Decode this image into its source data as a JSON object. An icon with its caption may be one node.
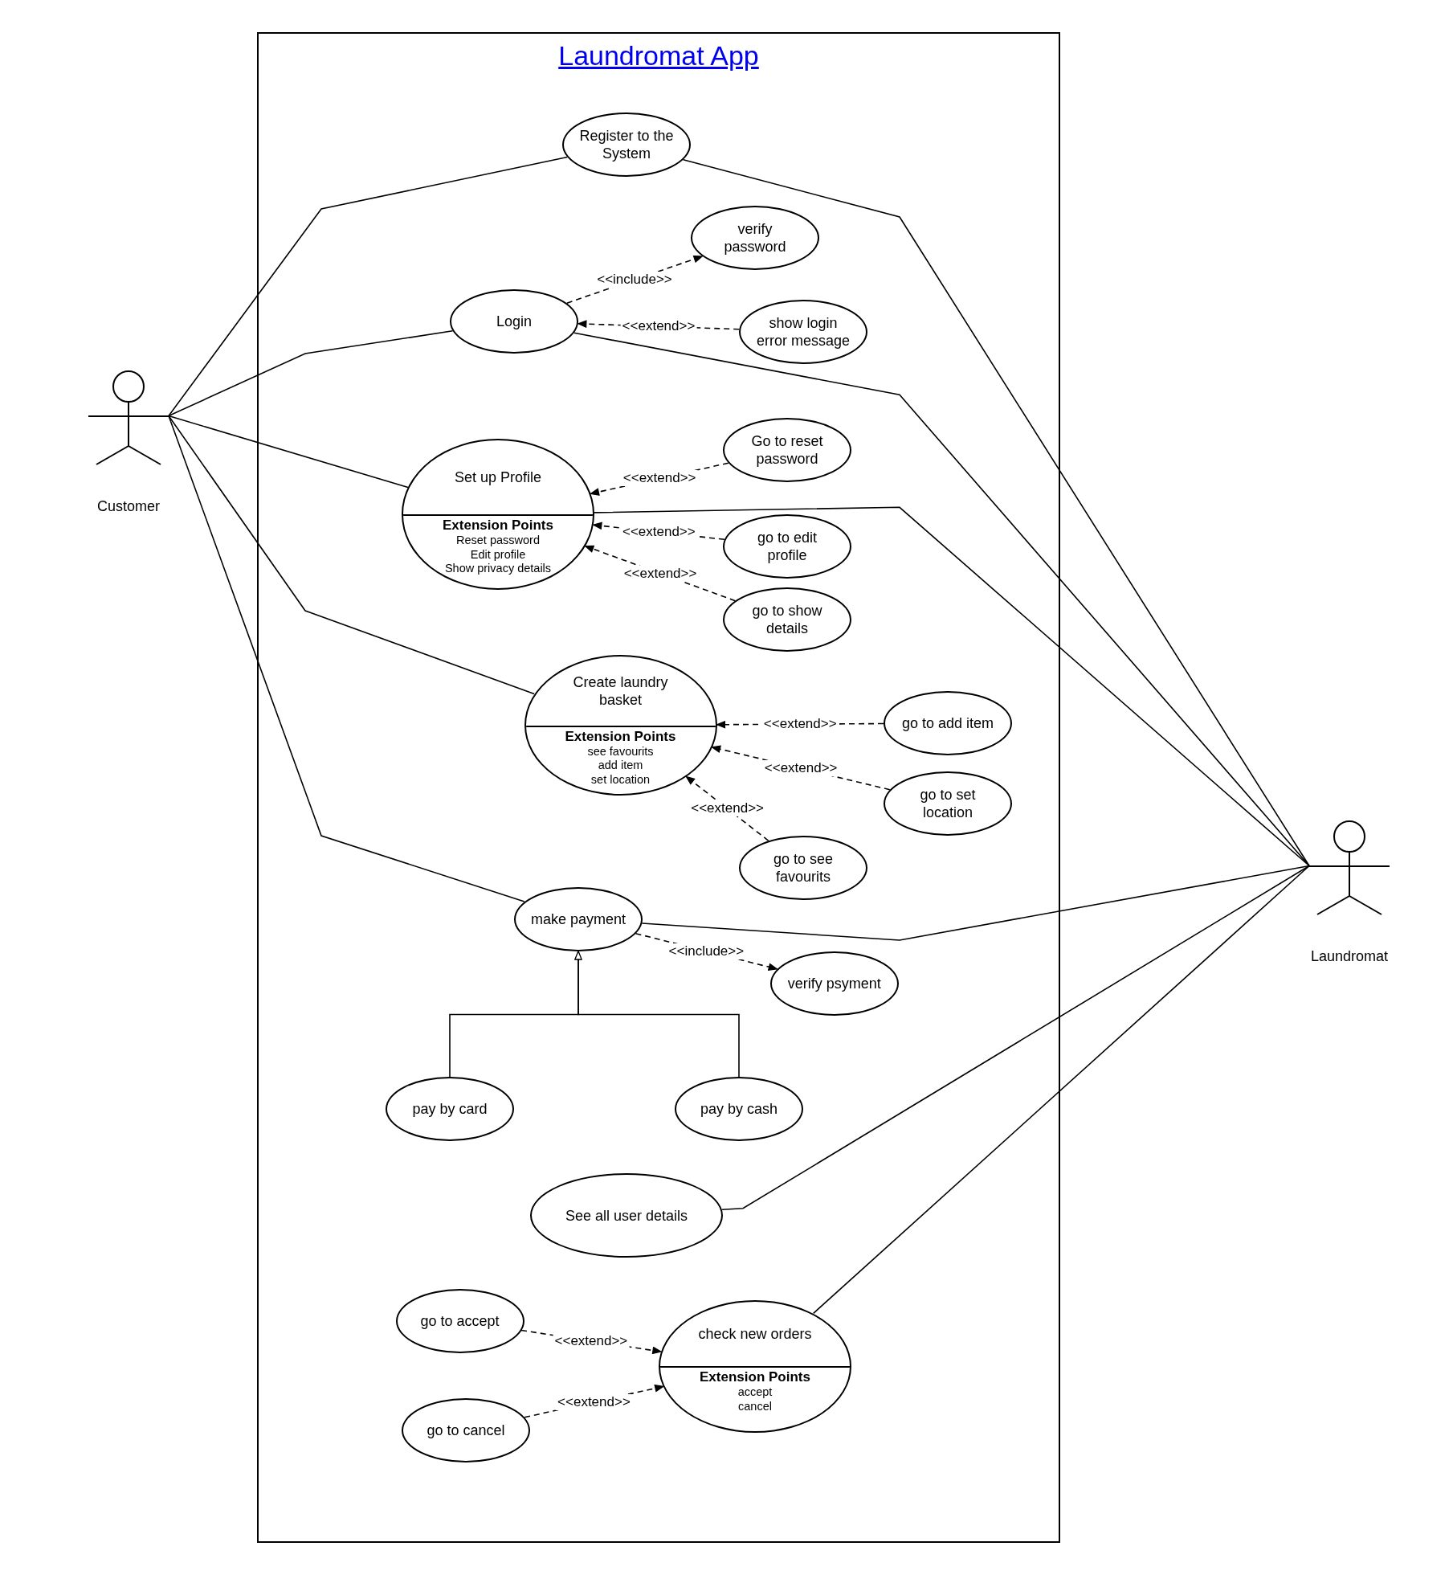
{
  "diagram": {
    "nodes": [
      {
        "text": [
          "Laundromat App"
        ]
      },
      {
        "text": [
          "Customer"
        ]
      },
      {
        "text": [
          "Laundromat"
        ]
      },
      {
        "text": [
          "Register to the System"
        ],
        "in": 0
      },
      {
        "text": [
          "verify password"
        ],
        "in": 0
      },
      {
        "text": [
          "Login"
        ],
        "in": 0
      },
      {
        "text": [
          "show login error message"
        ],
        "in": 0
      },
      {
        "text": [
          "Go to reset password"
        ],
        "in": 0
      },
      {
        "text": [
          "Set up Profile",
          "Extension Points",
          "Reset password",
          "Edit profile",
          "Show privacy details"
        ],
        "in": 0
      },
      {
        "text": [
          "go to edit profile"
        ],
        "in": 0
      },
      {
        "text": [
          "go to show details"
        ],
        "in": 0
      },
      {
        "text": [
          "Create laundry basket",
          "Extension Points",
          "see favourits",
          "add item",
          "set location"
        ],
        "in": 0
      },
      {
        "text": [
          "go to add item"
        ],
        "in": 0
      },
      {
        "text": [
          "go to set location"
        ],
        "in": 0
      },
      {
        "text": [
          "go to see favourits"
        ],
        "in": 0
      },
      {
        "text": [
          "make payment"
        ],
        "in": 0
      },
      {
        "text": [
          "verify psyment"
        ],
        "in": 0
      },
      {
        "text": [
          "pay by card"
        ],
        "in": 0
      },
      {
        "text": [
          "pay by cash"
        ],
        "in": 0
      },
      {
        "text": [
          "See all user details"
        ],
        "in": 0
      },
      {
        "text": [
          "go to accept"
        ],
        "in": 0
      },
      {
        "text": [
          "check new orders",
          "Extension Points",
          "accept",
          "cancel"
        ],
        "in": 0
      },
      {
        "text": [
          "go to cancel"
        ],
        "in": 0
      }
    ],
    "edges": [
      {
        "from": 3,
        "to": 1,
        "arrow": "none"
      },
      {
        "from": 5,
        "to": 1,
        "arrow": "none"
      },
      {
        "from": 8,
        "to": 1,
        "arrow": "none"
      },
      {
        "from": 11,
        "to": 1,
        "arrow": "none"
      },
      {
        "from": 15,
        "to": 1,
        "arrow": "none"
      },
      {
        "from": 2,
        "to": 3,
        "arrow": "none"
      },
      {
        "from": 2,
        "to": 5,
        "arrow": "none"
      },
      {
        "from": 2,
        "to": 8,
        "arrow": "none"
      },
      {
        "from": 2,
        "to": 15,
        "arrow": "none"
      },
      {
        "from": 2,
        "to": 19,
        "arrow": "none"
      },
      {
        "from": 2,
        "to": 21,
        "arrow": "none"
      },
      {
        "from": 5,
        "to": 4,
        "arrow": "to",
        "label": "<<include>>",
        "style": "dashed"
      },
      {
        "from": 6,
        "to": 5,
        "arrow": "to",
        "label": "<<extend>>",
        "style": "dashed"
      },
      {
        "from": 7,
        "to": 8,
        "arrow": "to",
        "label": "<<extend>>",
        "style": "dashed"
      },
      {
        "from": 9,
        "to": 8,
        "arrow": "to",
        "label": "<<extend>>",
        "style": "dashed"
      },
      {
        "from": 10,
        "to": 8,
        "arrow": "to",
        "label": "<<extend>>",
        "style": "dashed"
      },
      {
        "from": 12,
        "to": 11,
        "arrow": "to",
        "label": "<<extend>>",
        "style": "dashed"
      },
      {
        "from": 13,
        "to": 11,
        "arrow": "to",
        "label": "<<extend>>",
        "style": "dashed"
      },
      {
        "from": 14,
        "to": 11,
        "arrow": "to",
        "label": "<<extend>>",
        "style": "dashed"
      },
      {
        "from": 15,
        "to": 16,
        "arrow": "to",
        "label": "<<include>>",
        "style": "dashed"
      },
      {
        "from": 17,
        "to": 15,
        "arrow": "to"
      },
      {
        "from": 18,
        "to": 15,
        "arrow": "to"
      },
      {
        "from": 20,
        "to": 21,
        "arrow": "to",
        "label": "<<extend>>",
        "style": "dashed"
      },
      {
        "from": 22,
        "to": 21,
        "arrow": "to",
        "label": "<<extend>>",
        "style": "dashed"
      }
    ]
  }
}
